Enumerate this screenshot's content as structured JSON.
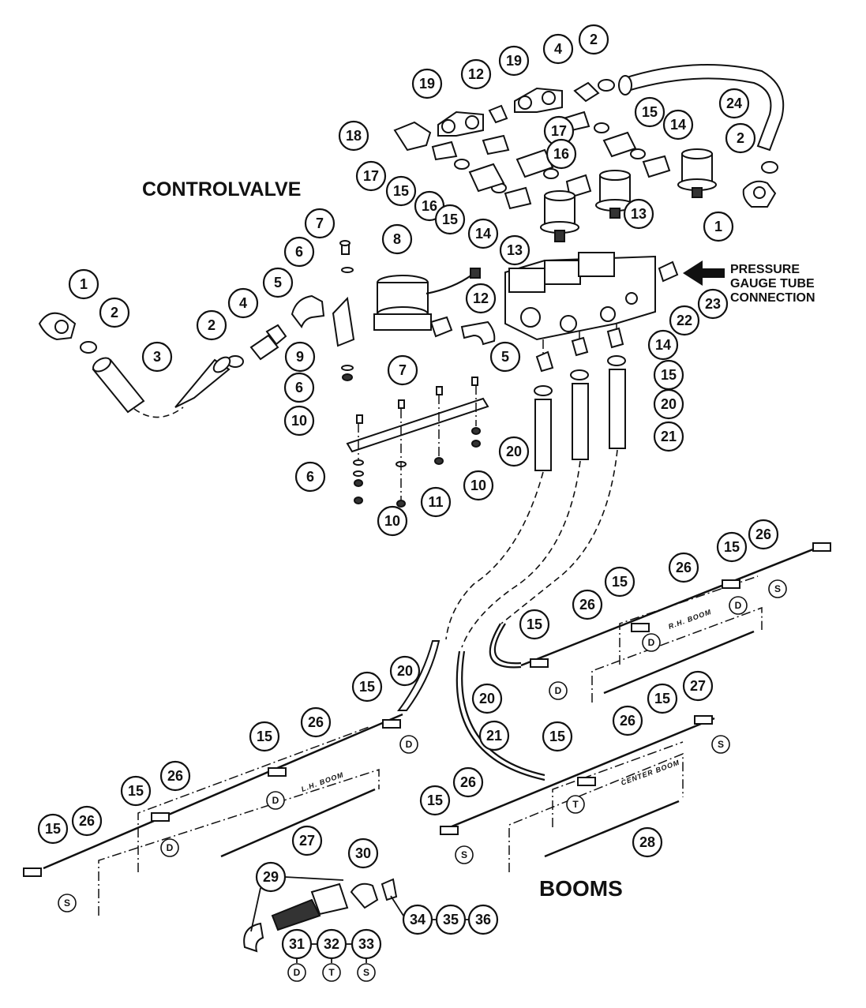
{
  "titles": {
    "control_valve": "CONTROLVALVE",
    "booms": "BOOMS",
    "pressure_line1": "PRESSURE",
    "pressure_line2": "GAUGE TUBE",
    "pressure_line3": "CONNECTION"
  },
  "boom_labels": {
    "rh": "R.H. BOOM",
    "lh": "L.H. BOOM",
    "center": "CENTER BOOM"
  },
  "nozzle_codes": {
    "d": "D",
    "t": "T",
    "s": "S"
  },
  "callouts": [
    {
      "n": "1"
    },
    {
      "n": "2"
    },
    {
      "n": "3"
    },
    {
      "n": "4"
    },
    {
      "n": "5"
    },
    {
      "n": "6"
    },
    {
      "n": "7"
    },
    {
      "n": "8"
    },
    {
      "n": "9"
    },
    {
      "n": "10"
    },
    {
      "n": "11"
    },
    {
      "n": "12"
    },
    {
      "n": "13"
    },
    {
      "n": "14"
    },
    {
      "n": "15"
    },
    {
      "n": "16"
    },
    {
      "n": "17"
    },
    {
      "n": "18"
    },
    {
      "n": "19"
    },
    {
      "n": "20"
    },
    {
      "n": "21"
    },
    {
      "n": "22"
    },
    {
      "n": "23"
    },
    {
      "n": "24"
    },
    {
      "n": "26"
    },
    {
      "n": "27"
    },
    {
      "n": "28"
    },
    {
      "n": "29"
    },
    {
      "n": "30"
    },
    {
      "n": "31"
    },
    {
      "n": "32"
    },
    {
      "n": "33"
    },
    {
      "n": "34"
    },
    {
      "n": "35"
    },
    {
      "n": "36"
    }
  ]
}
